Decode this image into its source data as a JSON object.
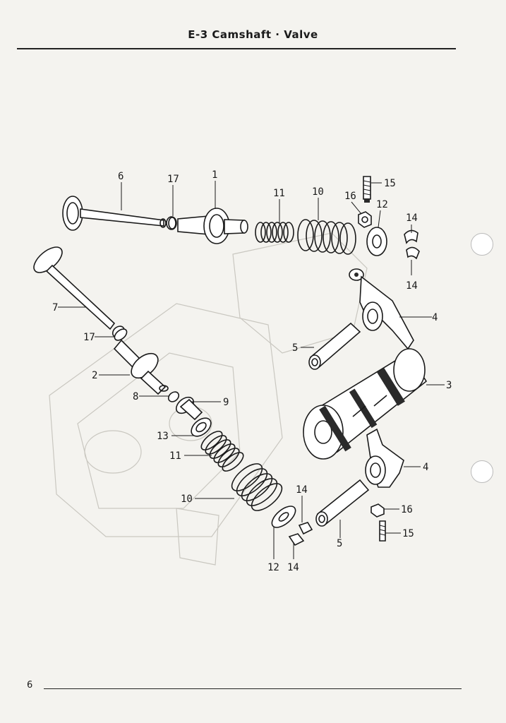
{
  "header": {
    "title": "E-3  Camshaft · Valve"
  },
  "footer": {
    "page_number": "6"
  },
  "callouts": {
    "c6": "6",
    "c17a": "17",
    "c1": "1",
    "c11a": "11",
    "c10a": "10",
    "c15a": "15",
    "c16a": "16",
    "c12a": "12",
    "c14a": "14",
    "c14b": "14",
    "c4a": "4",
    "c7": "7",
    "c17b": "17",
    "c5a": "5",
    "c3": "3",
    "c2": "2",
    "c8": "8",
    "c9": "9",
    "c13": "13",
    "c11b": "11",
    "c4b": "4",
    "c10b": "10",
    "c14c": "14",
    "c16b": "16",
    "c15b": "15",
    "c5b": "5",
    "c12b": "12",
    "c14d": "14"
  }
}
